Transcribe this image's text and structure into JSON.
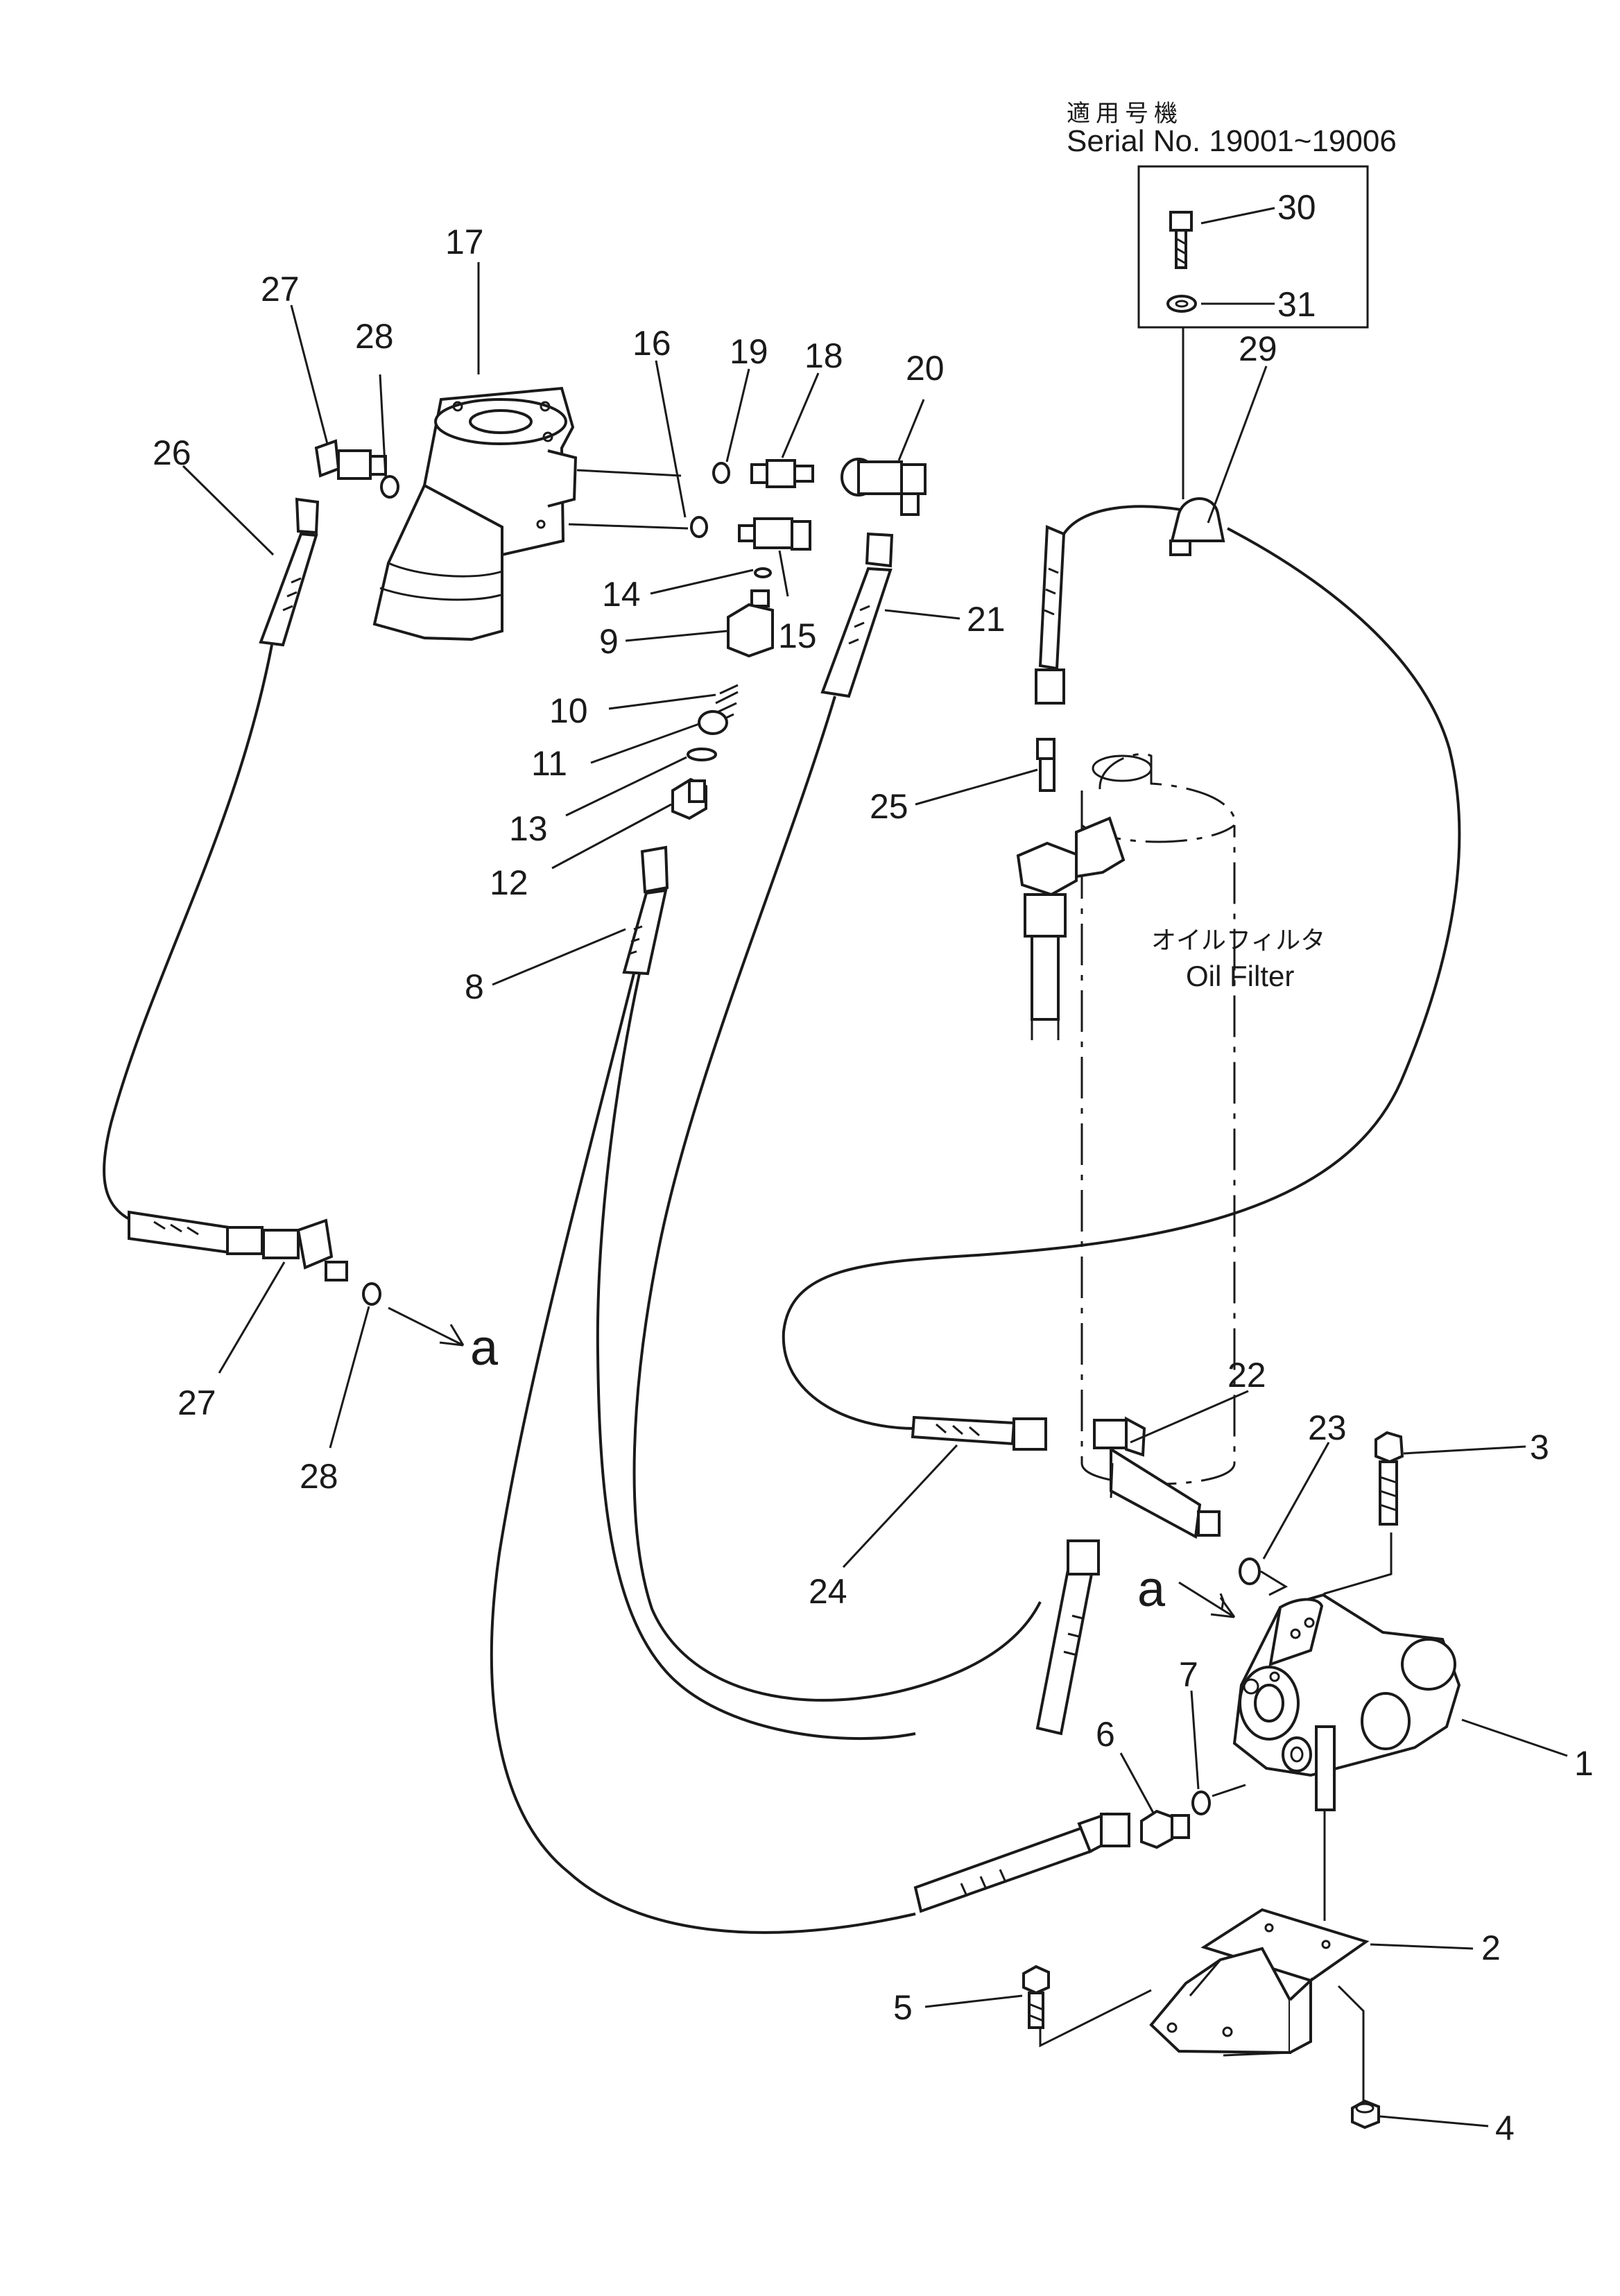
{
  "header": {
    "serial_jp": "適用号機",
    "serial_en": "Serial No. 19001~19006"
  },
  "annotations": {
    "filter_jp": "オイルフィルタ",
    "filter_en": "Oil Filter",
    "arrow_label": "a"
  },
  "parts": [
    {
      "id": "p30",
      "no": "30"
    },
    {
      "id": "p31",
      "no": "31"
    },
    {
      "id": "p29",
      "no": "29"
    },
    {
      "id": "p17",
      "no": "17"
    },
    {
      "id": "p27a",
      "no": "27"
    },
    {
      "id": "p28a",
      "no": "28"
    },
    {
      "id": "p26",
      "no": "26"
    },
    {
      "id": "p16",
      "no": "16"
    },
    {
      "id": "p19",
      "no": "19"
    },
    {
      "id": "p18",
      "no": "18"
    },
    {
      "id": "p20",
      "no": "20"
    },
    {
      "id": "p14",
      "no": "14"
    },
    {
      "id": "p15",
      "no": "15"
    },
    {
      "id": "p9",
      "no": "9"
    },
    {
      "id": "p21",
      "no": "21"
    },
    {
      "id": "p10",
      "no": "10"
    },
    {
      "id": "p11",
      "no": "11"
    },
    {
      "id": "p13",
      "no": "13"
    },
    {
      "id": "p12",
      "no": "12"
    },
    {
      "id": "p25",
      "no": "25"
    },
    {
      "id": "p8",
      "no": "8"
    },
    {
      "id": "p27b",
      "no": "27"
    },
    {
      "id": "p28b",
      "no": "28"
    },
    {
      "id": "p22",
      "no": "22"
    },
    {
      "id": "p23",
      "no": "23"
    },
    {
      "id": "p3",
      "no": "3"
    },
    {
      "id": "p24",
      "no": "24"
    },
    {
      "id": "p1",
      "no": "1"
    },
    {
      "id": "p6",
      "no": "6"
    },
    {
      "id": "p7",
      "no": "7"
    },
    {
      "id": "p2",
      "no": "2"
    },
    {
      "id": "p5",
      "no": "5"
    },
    {
      "id": "p4",
      "no": "4"
    }
  ]
}
